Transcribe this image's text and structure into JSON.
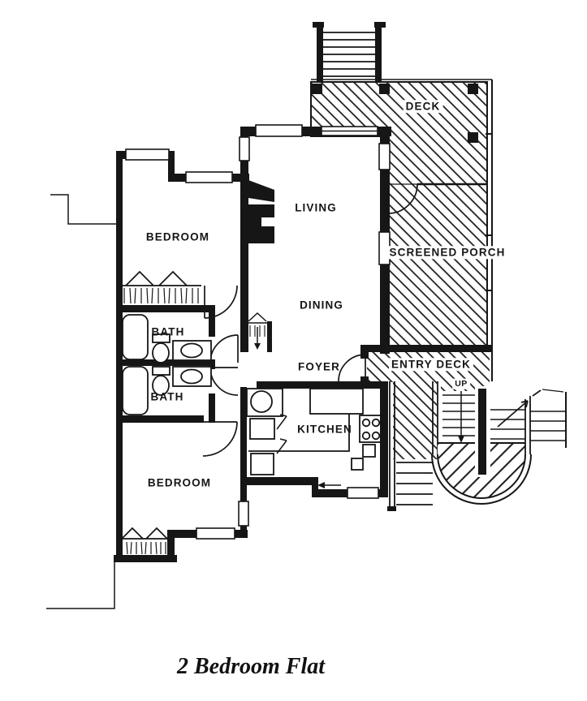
{
  "title": {
    "text": "2 Bedroom Flat"
  },
  "labels": {
    "deck": "DECK",
    "screened_porch": "SCREENED PORCH",
    "entry_deck": "ENTRY DECK",
    "up": "UP",
    "living": "LIVING",
    "dining": "DINING",
    "foyer": "FOYER",
    "kitchen": "KITCHEN",
    "bedroom_1": "BEDROOM",
    "bedroom_2": "BEDROOM",
    "bath_1": "BATH",
    "bath_2": "BATH"
  },
  "colors": {
    "ink": "#161616",
    "paper": "#ffffff"
  }
}
